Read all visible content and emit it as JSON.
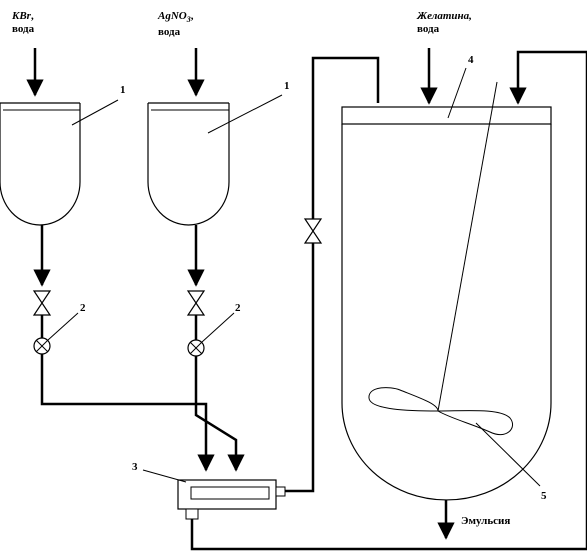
{
  "inputs": {
    "kbr": {
      "reagent": "KBr",
      "carrier": ", вода"
    },
    "agno3": {
      "reagent": "AgNO",
      "subscript": "3",
      "carrier": ", вода"
    },
    "gelatin": {
      "reagent": "Желатина,",
      "carrier": "вода"
    }
  },
  "callouts": {
    "tank1_left": "1",
    "tank1_right": "1",
    "valve2_left": "2",
    "valve2_right": "2",
    "mixer3": "3",
    "lid4": "4",
    "stirrer5": "5"
  },
  "outputs": {
    "emulsion": "Эмульсия"
  }
}
